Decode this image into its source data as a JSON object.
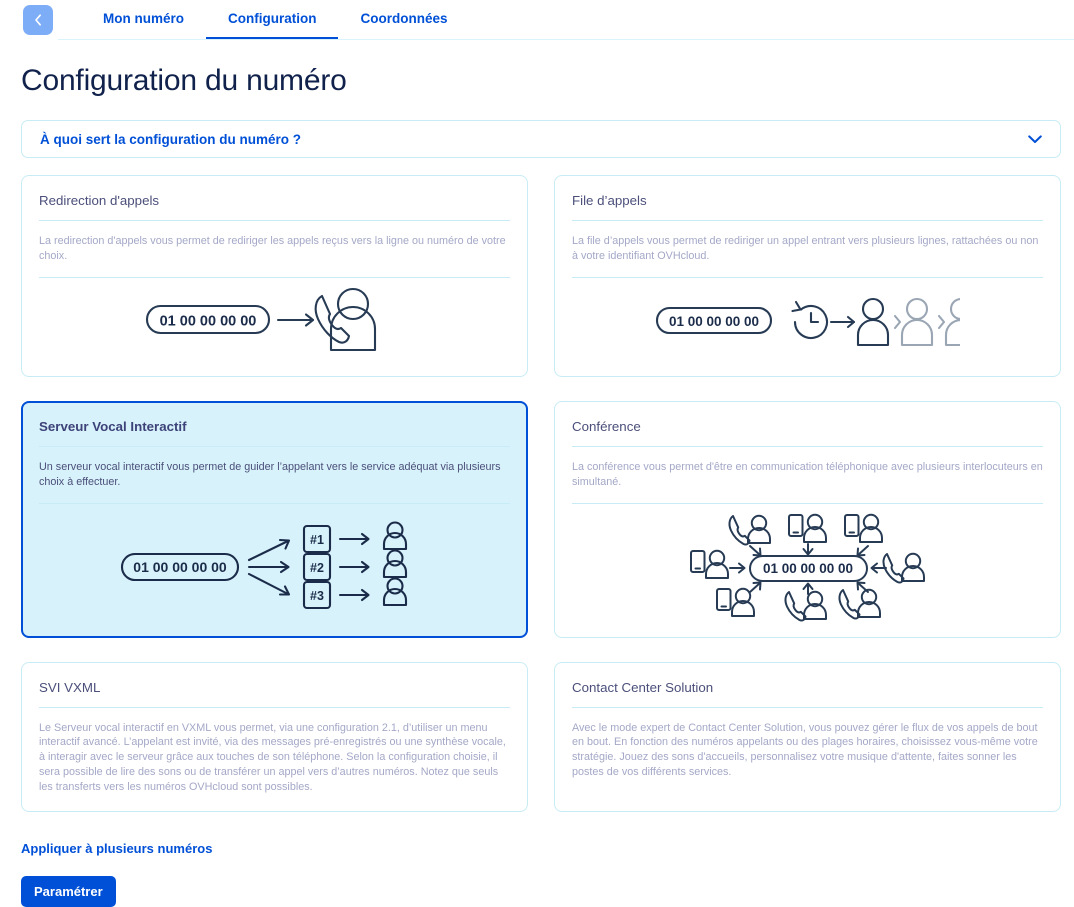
{
  "nav": {
    "back_icon": "chevron-left-icon",
    "tabs": [
      {
        "label": "Mon numéro",
        "active": false
      },
      {
        "label": "Configuration",
        "active": true
      },
      {
        "label": "Coordonnées",
        "active": false
      }
    ]
  },
  "page": {
    "title": "Configuration du numéro"
  },
  "accordion": {
    "title": "À quoi sert la configuration du numéro ?",
    "chevron_icon": "chevron-down-icon",
    "expanded": false
  },
  "cards": [
    {
      "id": "redirection",
      "title": "Redirection d'appels",
      "description": "La redirection d'appels vous permet de rediriger les appels reçus vers la ligne ou numéro de votre choix.",
      "selected": false,
      "illustration": "redirection-illustration",
      "phone_number": "01 00 00 00 00"
    },
    {
      "id": "file-appels",
      "title": "File d’appels",
      "description": "La file d’appels vous permet de rediriger un appel entrant vers plusieurs lignes, rattachées ou non à votre identifiant OVHcloud.",
      "selected": false,
      "illustration": "queue-illustration",
      "phone_number": "01 00 00 00 00"
    },
    {
      "id": "svi",
      "title": "Serveur Vocal Interactif",
      "description": "Un serveur vocal interactif vous permet de guider l’appelant vers le service adéquat via plusieurs choix à effectuer.",
      "selected": true,
      "illustration": "ivr-illustration",
      "phone_number": "01 00 00 00 00",
      "menu_keys": [
        "#1",
        "#2",
        "#3"
      ]
    },
    {
      "id": "conference",
      "title": "Conférence",
      "description": "La conférence vous permet d'être en communication téléphonique avec plusieurs interlocuteurs en simultané.",
      "selected": false,
      "illustration": "conference-illustration",
      "phone_number": "01 00 00 00 00"
    },
    {
      "id": "svi-vxml",
      "title": "SVI VXML",
      "description": "Le Serveur vocal interactif en VXML vous permet, via une configuration 2.1, d’utiliser un menu interactif avancé. L’appelant est invité, via des messages pré-enregistrés ou une synthèse vocale, à interagir avec le serveur grâce aux touches de son téléphone. Selon la configuration choisie, il sera possible de lire des sons ou de transférer un appel vers d’autres numéros. Notez que seuls les transferts vers les numéros OVHcloud sont possibles.",
      "selected": false,
      "illustration": "none"
    },
    {
      "id": "contact-center-solution",
      "title": "Contact Center Solution",
      "description": "Avec le mode expert de Contact Center Solution, vous pouvez gérer le flux de vos appels de bout en bout. En fonction des numéros appelants ou des plages horaires, choisissez vous-même votre stratégie. Jouez des sons d'accueils, personnalisez votre musique d'attente, faites sonner les postes de vos différents services.",
      "selected": false,
      "illustration": "none"
    }
  ],
  "footer": {
    "multi_link": "Appliquer à plusieurs numéros",
    "submit_label": "Paramétrer"
  },
  "colors": {
    "brand_blue": "#0050d7",
    "title_navy": "#10214b",
    "card_border": "#c8ecf5",
    "selected_bg": "#d7f2fa",
    "muted_text": "#a4a8c7",
    "illustration_stroke": "#273b54",
    "illustration_muted": "#9aa6b4"
  }
}
